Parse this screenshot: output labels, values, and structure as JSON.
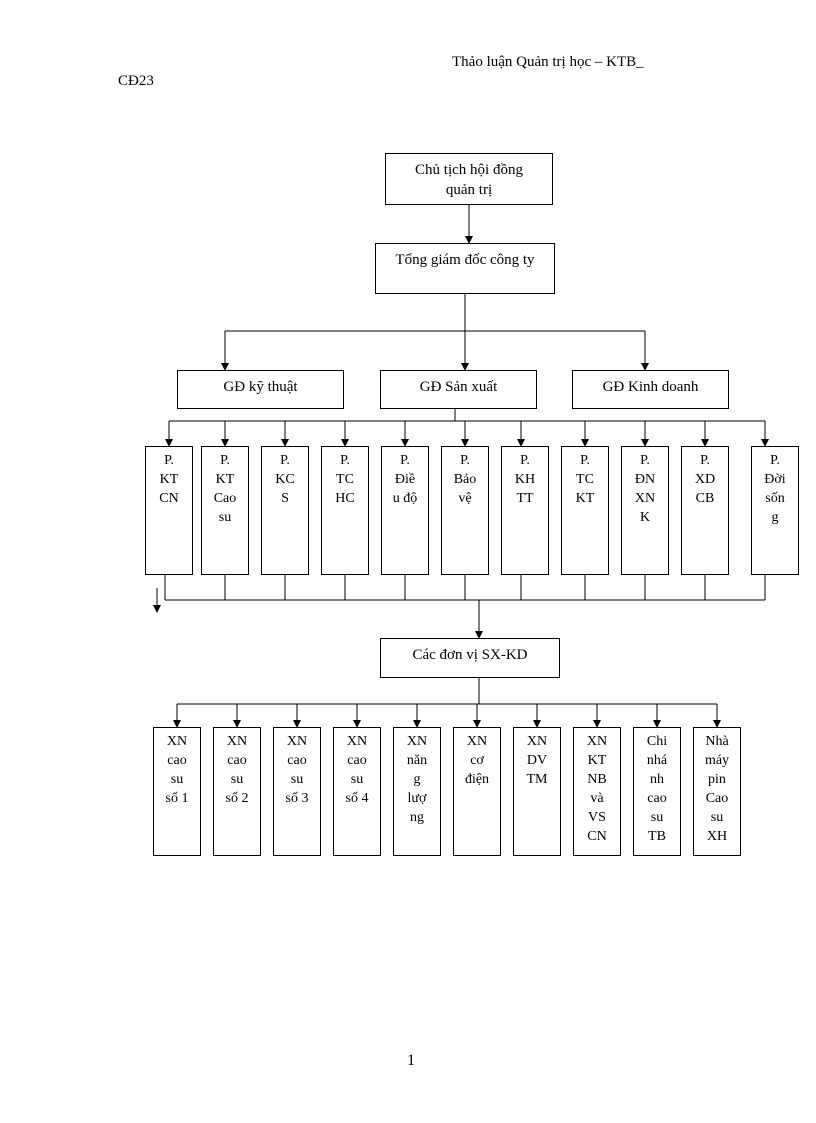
{
  "header": {
    "title": "Thảo luận Quản trị học – KTB_",
    "code": "CĐ23"
  },
  "nodes": {
    "chairman": [
      "Chủ tịch hội đồng",
      "quản trị"
    ],
    "ceo": [
      "Tổng giám đốc công ty"
    ],
    "directors": [
      [
        "GĐ kỹ thuật"
      ],
      [
        "GĐ Sản xuất"
      ],
      [
        "GĐ Kinh doanh"
      ]
    ],
    "departments": [
      [
        "P.",
        "KT",
        "CN"
      ],
      [
        "P.",
        "KT",
        "Cao",
        "su"
      ],
      [
        "P.",
        "KC",
        "S"
      ],
      [
        "P.",
        "TC",
        "HC"
      ],
      [
        "P.",
        "Điề",
        "u độ"
      ],
      [
        "P.",
        "Bảo",
        "vệ"
      ],
      [
        "P.",
        "KH",
        "TT"
      ],
      [
        "P.",
        "TC",
        "KT"
      ],
      [
        "P.",
        "ĐN",
        "XN",
        "K"
      ],
      [
        "P.",
        "XD",
        "CB"
      ],
      [
        "P.",
        "Đời",
        "sốn",
        "g"
      ]
    ],
    "units_header": [
      "Các đơn vị SX-KD"
    ],
    "units": [
      [
        "XN",
        "cao",
        "su",
        "số 1"
      ],
      [
        "XN",
        "cao",
        "su",
        "số 2"
      ],
      [
        "XN",
        "cao",
        "su",
        "số 3"
      ],
      [
        "XN",
        "cao",
        "su",
        "số 4"
      ],
      [
        "XN",
        "năn",
        "g",
        "lượ",
        "ng"
      ],
      [
        "XN",
        "cơ",
        "điện"
      ],
      [
        "XN",
        "DV",
        "TM"
      ],
      [
        "XN",
        "KT",
        "NB",
        "và",
        "VS",
        "CN"
      ],
      [
        "Chi",
        "nhá",
        "nh",
        "cao",
        "su",
        "TB"
      ],
      [
        "Nhà",
        "máy",
        "pin",
        "Cao",
        "su",
        "XH"
      ]
    ]
  },
  "footer": {
    "page_number": "1"
  }
}
